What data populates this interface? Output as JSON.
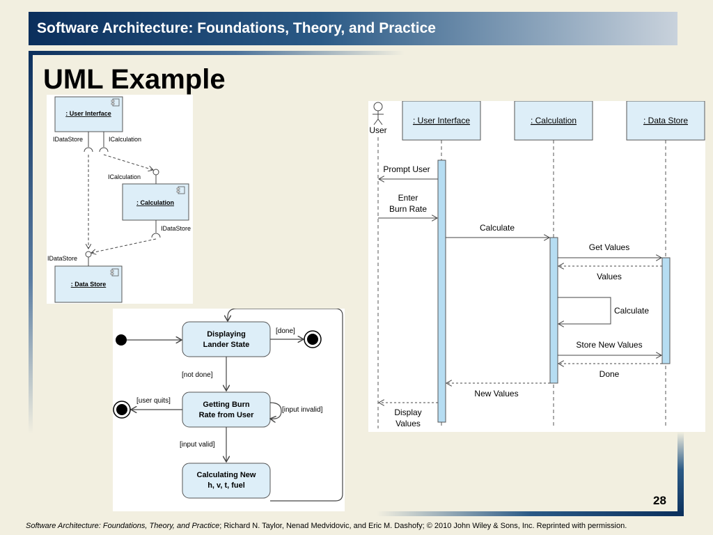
{
  "header": {
    "title": "Software Architecture: Foundations, Theory, and Practice"
  },
  "slide": {
    "title": "UML Example",
    "page_number": "28"
  },
  "footer": {
    "book_title": "Software Architecture: Foundations, Theory, and Practice",
    "credit": "; Richard N. Taylor, Nenad Medvidovic, and Eric M. Dashofy; © 2010 John Wiley & Sons, Inc. Reprinted with permission."
  },
  "component_diagram": {
    "components": {
      "ui": ": User Interface",
      "calc": ": Calculation",
      "store": ": Data Store"
    },
    "labels": {
      "ui_datastore": "IDataStore",
      "ui_calculation": "ICalculation",
      "calc_provided": "ICalculation",
      "calc_datastore": "IDataStore",
      "store_provided": "IDataStore"
    }
  },
  "state_diagram": {
    "states": {
      "displaying": [
        "Displaying",
        "Lander State"
      ],
      "getting": [
        "Getting Burn",
        "Rate from User"
      ],
      "calculating": [
        "Calculating New",
        "h, v, t, fuel"
      ]
    },
    "guards": {
      "done": "[done]",
      "not_done": "[not done]",
      "user_quits": "[user quits]",
      "input_invalid": "[input invalid]",
      "input_valid": "[input valid]"
    }
  },
  "sequence_diagram": {
    "actor": "User",
    "lifelines": {
      "ui": ": User Interface",
      "calc": ": Calculation",
      "store": ": Data Store"
    },
    "messages": {
      "prompt_user": "Prompt User",
      "enter_burn_rate": [
        "Enter",
        "Burn Rate"
      ],
      "calculate": "Calculate",
      "get_values": "Get Values",
      "values": "Values",
      "self_calculate": "Calculate",
      "store_new_values": "Store New Values",
      "done": "Done",
      "new_values": "New Values",
      "display_values": [
        "Display",
        "Values"
      ]
    }
  }
}
